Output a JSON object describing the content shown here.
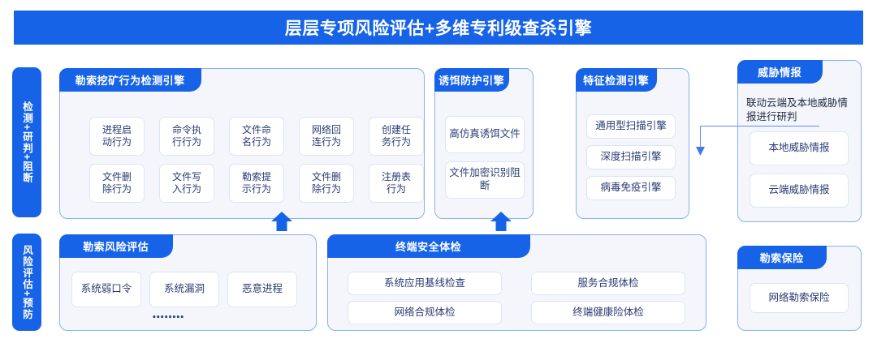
{
  "banner": {
    "title": "层层专项风险评估+多维专利级查杀引擎",
    "color": "#1763e8"
  },
  "sidebar": {
    "items": [
      {
        "name": "detection-stage",
        "label": "检测+研判+阻断"
      },
      {
        "name": "risk-stage",
        "label": "风险评估+预防"
      }
    ]
  },
  "panels": [
    {
      "id": "ransom-mining-detection-engine",
      "title": "勒索挖矿行为检测引擎",
      "items": [
        "进程启\n动行为",
        "命令执\n行行为",
        "文件命\n名行为",
        "网络回\n连行为",
        "创建任\n务行为",
        "文件删\n除行为",
        "文件写\n入行为",
        "勒索提\n示行为",
        "文件删\n除行为",
        "注册表\n行为"
      ]
    },
    {
      "id": "bait-protection-engine",
      "title": "诱饵防护引擎",
      "items": [
        "高仿真诱饵文件",
        "文件加密识别阻断"
      ]
    },
    {
      "id": "signature-detection-engine",
      "title": "特征检测引擎",
      "items": [
        "通用型扫描引擎",
        "深度扫描引擎",
        "病毒免疫引擎"
      ]
    },
    {
      "id": "threat-intelligence",
      "title": "威胁情报",
      "note": "联动云端及本地威胁情\n报进行研判",
      "items": [
        "本地威胁情报",
        "云端威胁情报"
      ]
    },
    {
      "id": "ransom-risk-assessment",
      "title": "勒索风险评估",
      "items": [
        "系统弱口令",
        "系统漏洞",
        "恶意进程"
      ],
      "more": "▪▪▪▪▪▪▪▪"
    },
    {
      "id": "endpoint-security-checkup",
      "title": "终端安全体检",
      "items": [
        "系统应用基线检查",
        "服务合规体检",
        "网络合规体检",
        "终端健康险体检"
      ]
    },
    {
      "id": "ransom-insurance",
      "title": "勒索保险",
      "items": [
        "网络勒索保险"
      ]
    }
  ],
  "arrows": {
    "up_1": "arrow-up-detection-to-risk",
    "up_2": "arrow-up-bait-to-checkup",
    "down": "arrow-threat-intel-to-signature"
  }
}
